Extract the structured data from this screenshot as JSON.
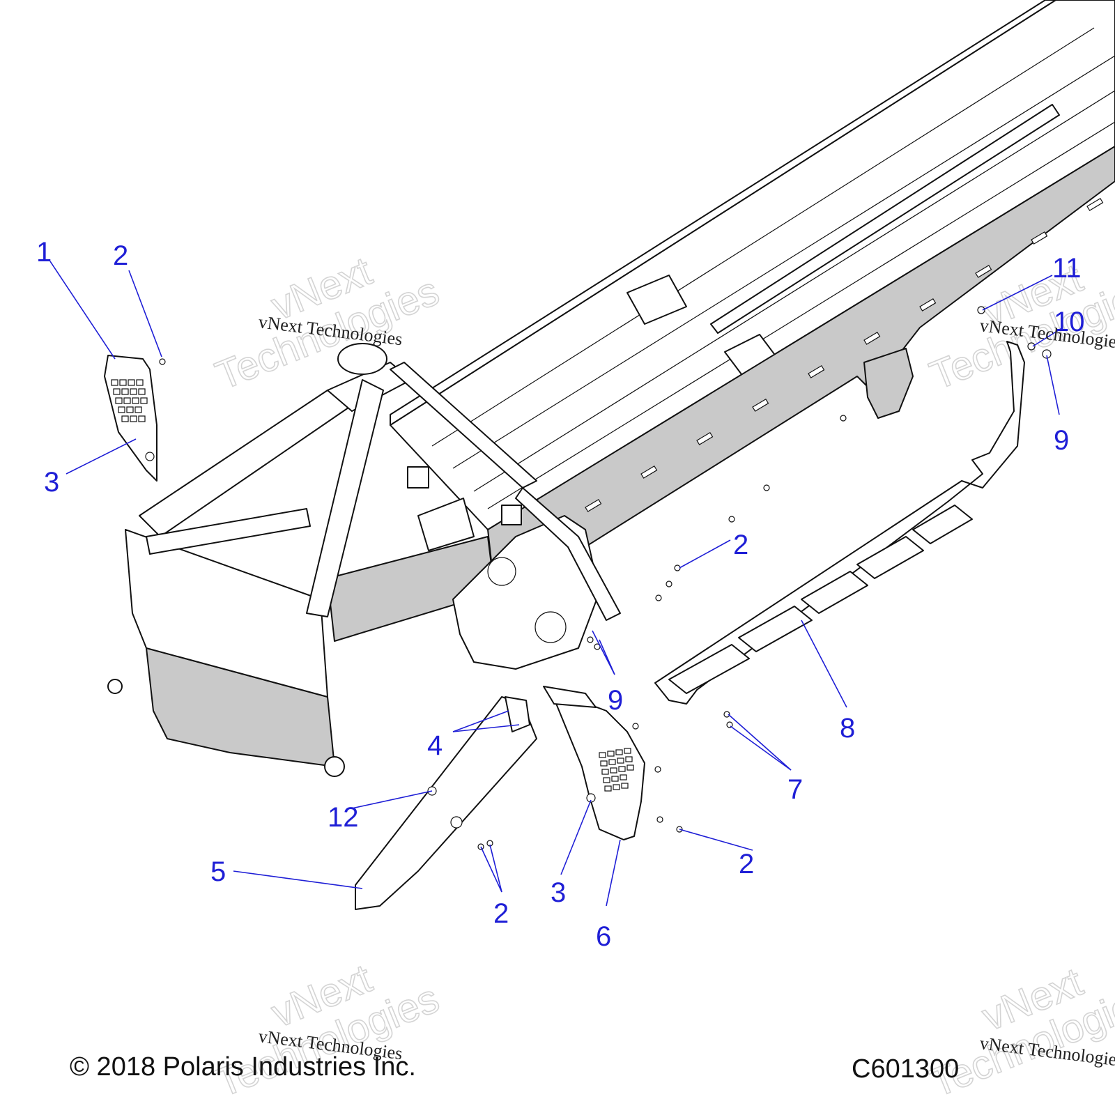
{
  "callouts": [
    {
      "id": "c1",
      "label": "1"
    },
    {
      "id": "c2a",
      "label": "2"
    },
    {
      "id": "c3a",
      "label": "3"
    },
    {
      "id": "c11",
      "label": "11"
    },
    {
      "id": "c10",
      "label": "10"
    },
    {
      "id": "c9a",
      "label": "9"
    },
    {
      "id": "c2b",
      "label": "2"
    },
    {
      "id": "c9b",
      "label": "9"
    },
    {
      "id": "c8",
      "label": "8"
    },
    {
      "id": "c4",
      "label": "4"
    },
    {
      "id": "c7",
      "label": "7"
    },
    {
      "id": "c12",
      "label": "12"
    },
    {
      "id": "c2c",
      "label": "2"
    },
    {
      "id": "c5",
      "label": "5"
    },
    {
      "id": "c2d",
      "label": "2"
    },
    {
      "id": "c3b",
      "label": "3"
    },
    {
      "id": "c6",
      "label": "6"
    }
  ],
  "watermark": {
    "brand": "vNext",
    "word": "Technologies",
    "full": "vNext Technologies"
  },
  "footer": {
    "copyright": "© 2018 Polaris Industries Inc.",
    "code": "C601300"
  },
  "colors": {
    "callout": "#1f1fd6",
    "line": "#111111",
    "shade": "#c9c9c9",
    "watermark": "#d4d4d4"
  }
}
